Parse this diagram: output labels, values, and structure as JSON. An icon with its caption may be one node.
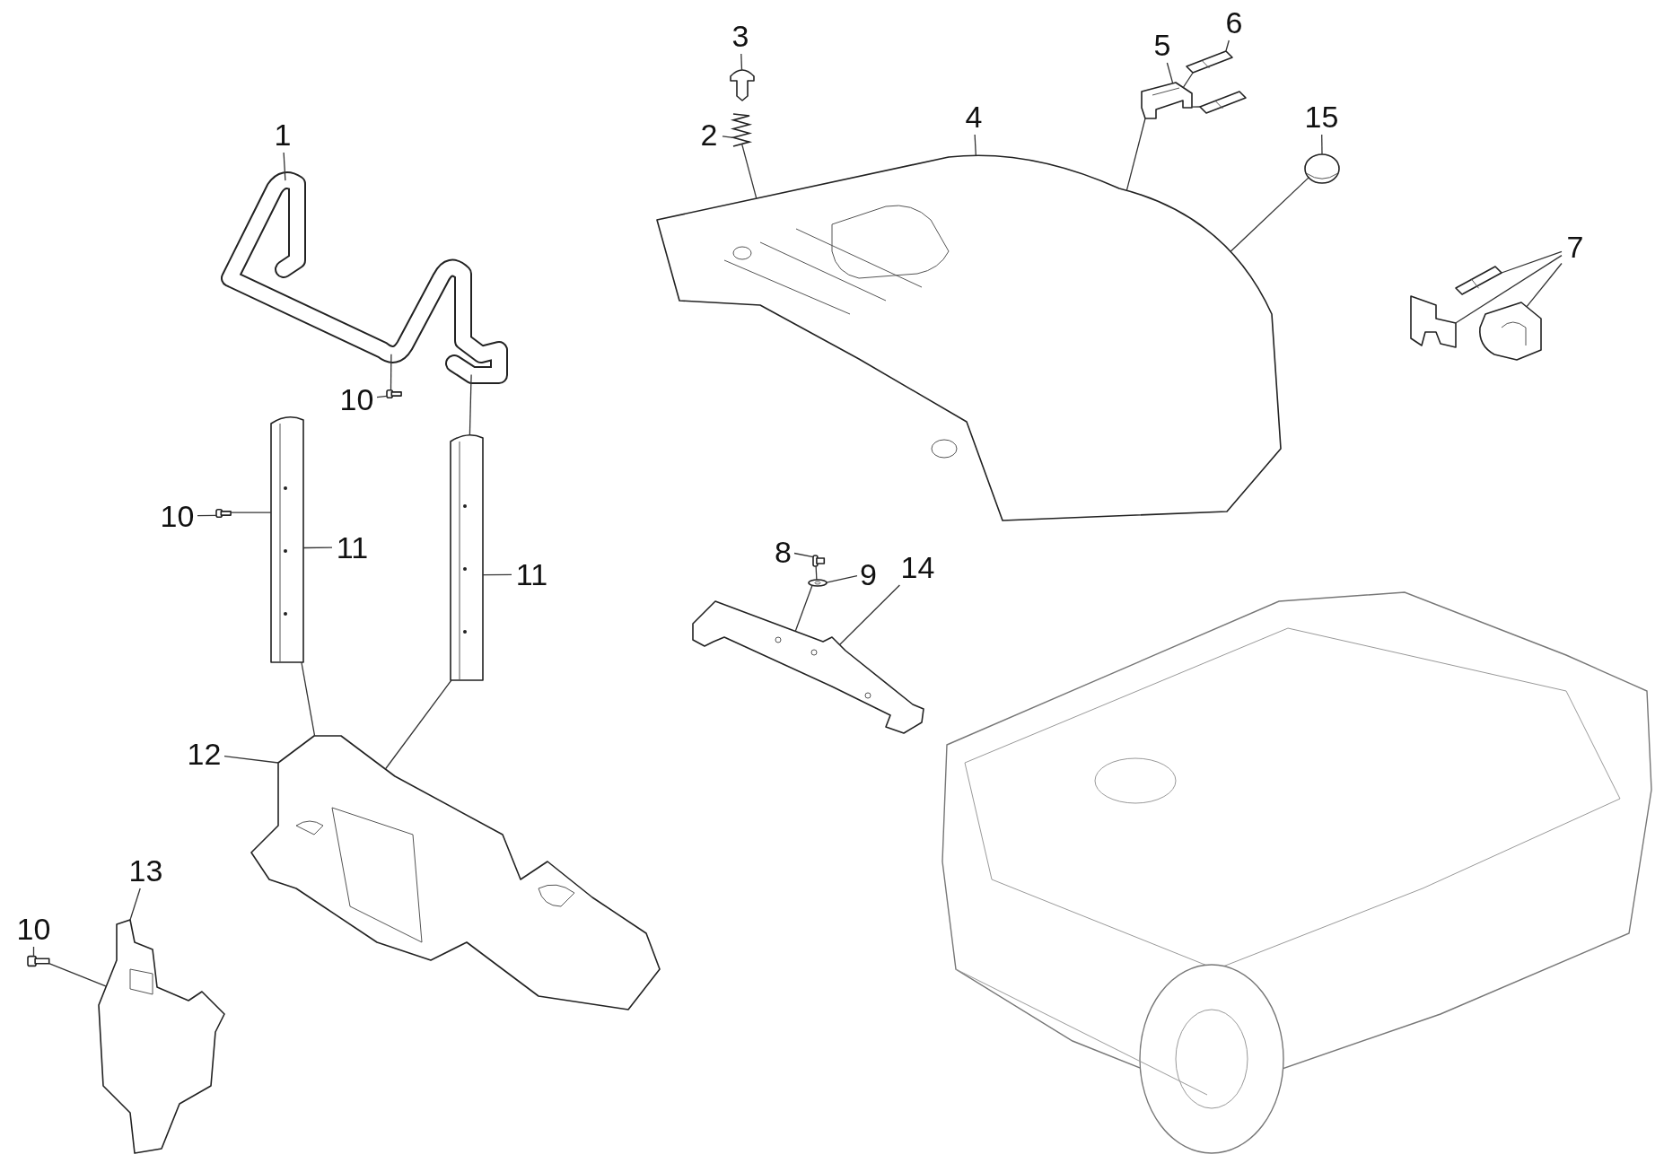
{
  "diagram": {
    "nodes": [
      {
        "text": [
          "1"
        ]
      },
      {
        "text": [],
        "shape": "picture"
      },
      {
        "text": [
          "2"
        ]
      },
      {
        "text": [],
        "shape": "picture"
      },
      {
        "text": [
          "3"
        ]
      },
      {
        "text": [],
        "shape": "picture"
      },
      {
        "text": [
          "4"
        ]
      },
      {
        "text": [],
        "shape": "picture"
      },
      {
        "text": [
          "5"
        ]
      },
      {
        "text": [],
        "shape": "picture"
      },
      {
        "text": [
          "6"
        ]
      },
      {
        "text": [],
        "shape": "picture"
      },
      {
        "text": [],
        "shape": "picture"
      },
      {
        "text": [
          "15"
        ]
      },
      {
        "text": [],
        "shape": "picture"
      },
      {
        "text": [
          "7"
        ]
      },
      {
        "text": [],
        "shape": "picture"
      },
      {
        "text": [],
        "shape": "picture"
      },
      {
        "text": [],
        "shape": "picture"
      },
      {
        "text": [
          "8"
        ]
      },
      {
        "text": [],
        "shape": "picture"
      },
      {
        "text": [
          "9"
        ]
      },
      {
        "text": [],
        "shape": "picture"
      },
      {
        "text": [
          "14"
        ]
      },
      {
        "text": [],
        "shape": "picture"
      },
      {
        "text": [
          "10"
        ]
      },
      {
        "text": [],
        "shape": "picture"
      },
      {
        "text": [
          "10"
        ]
      },
      {
        "text": [],
        "shape": "picture"
      },
      {
        "text": [
          "11"
        ]
      },
      {
        "text": [],
        "shape": "picture"
      },
      {
        "text": [
          "11"
        ]
      },
      {
        "text": [],
        "shape": "picture"
      },
      {
        "text": [
          "12"
        ]
      },
      {
        "text": [],
        "shape": "picture"
      },
      {
        "text": [
          "13"
        ]
      },
      {
        "text": [],
        "shape": "picture"
      },
      {
        "text": [
          "10"
        ]
      },
      {
        "text": [],
        "shape": "picture"
      }
    ],
    "edges": [
      {
        "from": 0,
        "to": 1,
        "arrow": "none"
      },
      {
        "from": 2,
        "to": 3,
        "arrow": "none"
      },
      {
        "from": 4,
        "to": 5,
        "arrow": "none"
      },
      {
        "from": 6,
        "to": 7,
        "arrow": "none"
      },
      {
        "from": 8,
        "to": 9,
        "arrow": "none"
      },
      {
        "from": 10,
        "to": 11,
        "arrow": "none"
      },
      {
        "from": 13,
        "to": 14,
        "arrow": "none"
      },
      {
        "from": 15,
        "to": 16,
        "arrow": "none"
      },
      {
        "from": 15,
        "to": 17,
        "arrow": "none"
      },
      {
        "from": 15,
        "to": 18,
        "arrow": "none"
      },
      {
        "from": 19,
        "to": 20,
        "arrow": "none"
      },
      {
        "from": 21,
        "to": 22,
        "arrow": "none"
      },
      {
        "from": 23,
        "to": 24,
        "arrow": "none"
      },
      {
        "from": 25,
        "to": 26,
        "arrow": "none"
      },
      {
        "from": 27,
        "to": 28,
        "arrow": "none"
      },
      {
        "from": 29,
        "to": 30,
        "arrow": "none"
      },
      {
        "from": 31,
        "to": 32,
        "arrow": "none"
      },
      {
        "from": 33,
        "to": 34,
        "arrow": "none"
      },
      {
        "from": 35,
        "to": 36,
        "arrow": "none"
      },
      {
        "from": 37,
        "to": 38,
        "arrow": "none"
      },
      {
        "from": 3,
        "to": 7,
        "arrow": "none"
      },
      {
        "from": 11,
        "to": 9,
        "arrow": "none"
      },
      {
        "from": 12,
        "to": 9,
        "arrow": "none"
      },
      {
        "from": 9,
        "to": 7,
        "arrow": "none"
      },
      {
        "from": 14,
        "to": 7,
        "arrow": "none"
      },
      {
        "from": 26,
        "to": 1,
        "arrow": "none"
      },
      {
        "from": 28,
        "to": 30,
        "arrow": "none"
      },
      {
        "from": 38,
        "to": 36,
        "arrow": "none"
      },
      {
        "from": 1,
        "to": 32,
        "arrow": "none"
      },
      {
        "from": 30,
        "to": 34,
        "arrow": "none"
      },
      {
        "from": 32,
        "to": 34,
        "arrow": "none"
      },
      {
        "from": 20,
        "to": 22,
        "arrow": "none"
      },
      {
        "from": 22,
        "to": 24,
        "arrow": "none"
      }
    ]
  }
}
